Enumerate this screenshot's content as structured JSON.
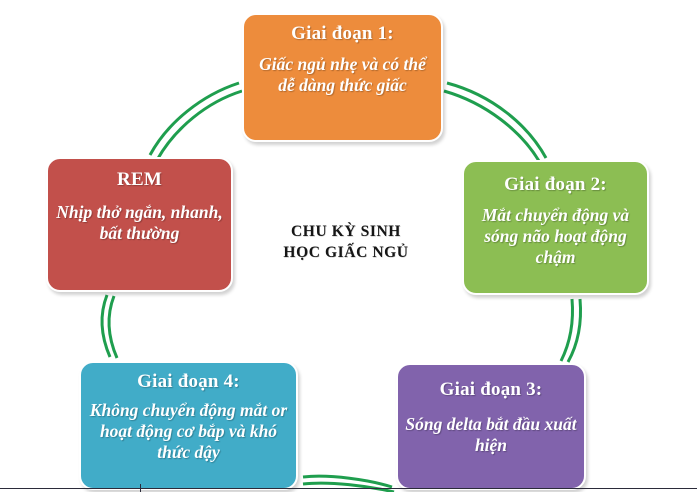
{
  "diagram": {
    "center_label": "CHU KỲ SINH\nHỌC GIẤC NGỦ",
    "center_label_line1": "CHU KỲ SINH",
    "center_label_line2": "HỌC GIẤC NGỦ",
    "ring_color": "#1F9E4E",
    "background": "#ffffff",
    "nodes": [
      {
        "id": "stage1",
        "title": "Giai đoạn 1:",
        "body": "Giấc ngủ nhẹ và có thể dễ dàng thức giấc",
        "color": "#ED8C3C",
        "position": "top"
      },
      {
        "id": "stage2",
        "title": "Giai đoạn 2:",
        "body": "Mắt chuyển động và sóng não hoạt động chậm",
        "color": "#8CBE53",
        "position": "right"
      },
      {
        "id": "stage3",
        "title": "Giai đoạn 3:",
        "body": "Sóng delta bắt đầu xuất hiện",
        "color": "#8163AC",
        "position": "bottom-right"
      },
      {
        "id": "stage4",
        "title": "Giai đoạn 4:",
        "body": "Không chuyển động mắt or hoạt động cơ bắp và khó thức dậy",
        "color": "#41ACC8",
        "position": "bottom-left"
      },
      {
        "id": "rem",
        "title": "REM",
        "body": "Nhịp thở ngắn, nhanh, bất thường",
        "color": "#C2504B",
        "position": "left"
      }
    ]
  }
}
